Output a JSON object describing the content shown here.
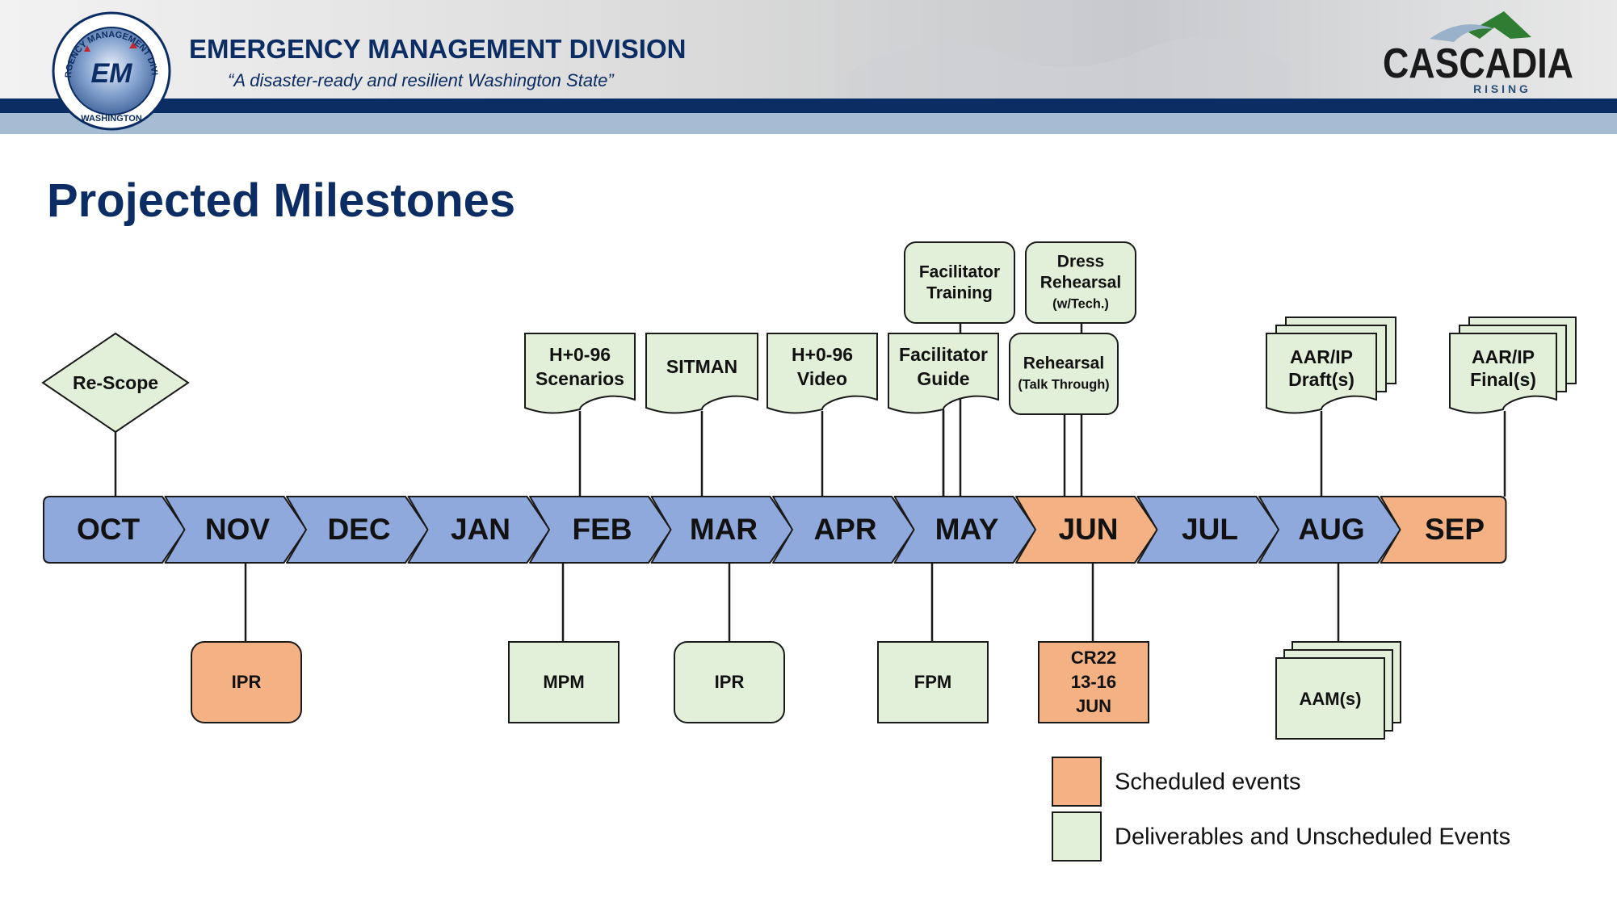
{
  "header": {
    "org_name": "EMERGENCY MANAGEMENT DIVISION",
    "tagline": "“A disaster-ready and resilient Washington State”",
    "seal_ring_top": "EMERGENCY MANAGEMENT DIVISION",
    "seal_ring_bottom": "WASHINGTON",
    "seal_initials": "EM",
    "logo_word": "CASCADIA",
    "logo_sub": "R I S I N G"
  },
  "title": "Projected Milestones",
  "colors": {
    "navy": "#0b2d63",
    "month_blue": "#8fa9dc",
    "month_orange": "#f4b183",
    "deliverable_green": "#e2f0d9",
    "outline": "#1a1a1a"
  },
  "months": [
    {
      "label": "OCT",
      "scheduled": false
    },
    {
      "label": "NOV",
      "scheduled": false
    },
    {
      "label": "DEC",
      "scheduled": false
    },
    {
      "label": "JAN",
      "scheduled": false
    },
    {
      "label": "FEB",
      "scheduled": false
    },
    {
      "label": "MAR",
      "scheduled": false
    },
    {
      "label": "APR",
      "scheduled": false
    },
    {
      "label": "MAY",
      "scheduled": false
    },
    {
      "label": "JUN",
      "scheduled": true
    },
    {
      "label": "JUL",
      "scheduled": false
    },
    {
      "label": "AUG",
      "scheduled": false
    },
    {
      "label": "SEP",
      "scheduled": true
    }
  ],
  "above_items": [
    {
      "id": "re-scope",
      "shape": "diamond",
      "lines": [
        "Re-Scope"
      ]
    },
    {
      "id": "h096-scenarios",
      "shape": "document",
      "lines": [
        "H+0-96",
        "Scenarios"
      ]
    },
    {
      "id": "sitman",
      "shape": "document",
      "lines": [
        "SITMAN"
      ]
    },
    {
      "id": "h096-video",
      "shape": "document",
      "lines": [
        "H+0-96",
        "Video"
      ]
    },
    {
      "id": "facilitator-guide",
      "shape": "document",
      "lines": [
        "Facilitator",
        "Guide"
      ]
    },
    {
      "id": "facilitator-training",
      "shape": "rounded",
      "lines": [
        "Facilitator",
        "Training"
      ]
    },
    {
      "id": "rehearsal",
      "shape": "rounded",
      "lines": [
        "Rehearsal",
        "(Talk Through)"
      ]
    },
    {
      "id": "dress-rehearsal",
      "shape": "rounded",
      "lines": [
        "Dress",
        "Rehearsal",
        "(w/Tech.)"
      ]
    },
    {
      "id": "aar-ip-drafts",
      "shape": "multidoc",
      "lines": [
        "AAR/IP",
        "Draft(s)"
      ]
    },
    {
      "id": "aar-ip-finals",
      "shape": "multidoc",
      "lines": [
        "AAR/IP",
        "Final(s)"
      ]
    }
  ],
  "below_items": [
    {
      "id": "ipr-nov",
      "shape": "rounded",
      "scheduled": true,
      "lines": [
        "IPR"
      ]
    },
    {
      "id": "mpm",
      "shape": "rect",
      "scheduled": false,
      "lines": [
        "MPM"
      ]
    },
    {
      "id": "ipr-mar",
      "shape": "rounded",
      "scheduled": false,
      "lines": [
        "IPR"
      ]
    },
    {
      "id": "fpm",
      "shape": "rect",
      "scheduled": false,
      "lines": [
        "FPM"
      ]
    },
    {
      "id": "cr22",
      "shape": "rect",
      "scheduled": true,
      "lines": [
        "CR22",
        "13-16",
        "JUN"
      ]
    },
    {
      "id": "aams",
      "shape": "multirect",
      "scheduled": false,
      "lines": [
        "AAM(s)"
      ]
    }
  ],
  "legend": [
    {
      "label": "Scheduled events",
      "color": "#f4b183"
    },
    {
      "label": "Deliverables and Unscheduled Events",
      "color": "#e2f0d9"
    }
  ]
}
